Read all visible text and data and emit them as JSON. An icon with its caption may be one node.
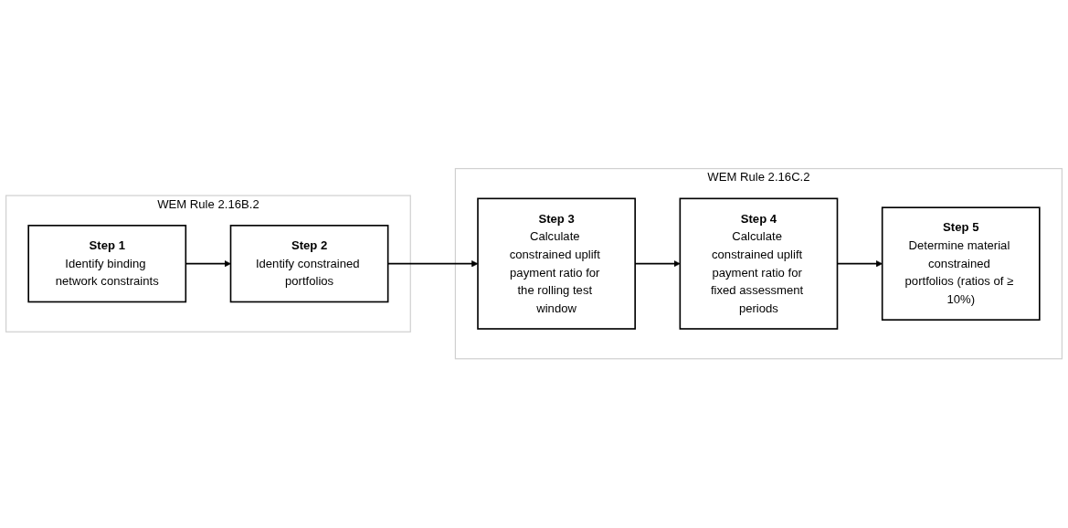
{
  "diagram": {
    "nodes": [
      {
        "text": [
          "WEM Rule 2.16B.2"
        ]
      },
      {
        "text": [
          "Step 1",
          "Identify binding network constraints"
        ],
        "in": 0
      },
      {
        "text": [
          "Step 2",
          "Identify constrained portfolios"
        ],
        "in": 0
      },
      {
        "text": [
          "WEM Rule 2.16C.2"
        ]
      },
      {
        "text": [
          "Step 3",
          "Calculate constrained uplift payment ratio for the rolling test window"
        ],
        "in": 3
      },
      {
        "text": [
          "Step 4",
          "Calculate constrained uplift payment ratio for fixed assessment periods"
        ],
        "in": 3
      },
      {
        "text": [
          "Step 5",
          "Determine material constrained portfolios (ratios of ≥ 10%)"
        ],
        "in": 3
      }
    ],
    "edges": [
      {
        "from": 1,
        "to": 2,
        "arrow": "to"
      },
      {
        "from": 2,
        "to": 4,
        "arrow": "to"
      },
      {
        "from": 4,
        "to": 5,
        "arrow": "to"
      },
      {
        "from": 5,
        "to": 6,
        "arrow": "to"
      }
    ]
  }
}
